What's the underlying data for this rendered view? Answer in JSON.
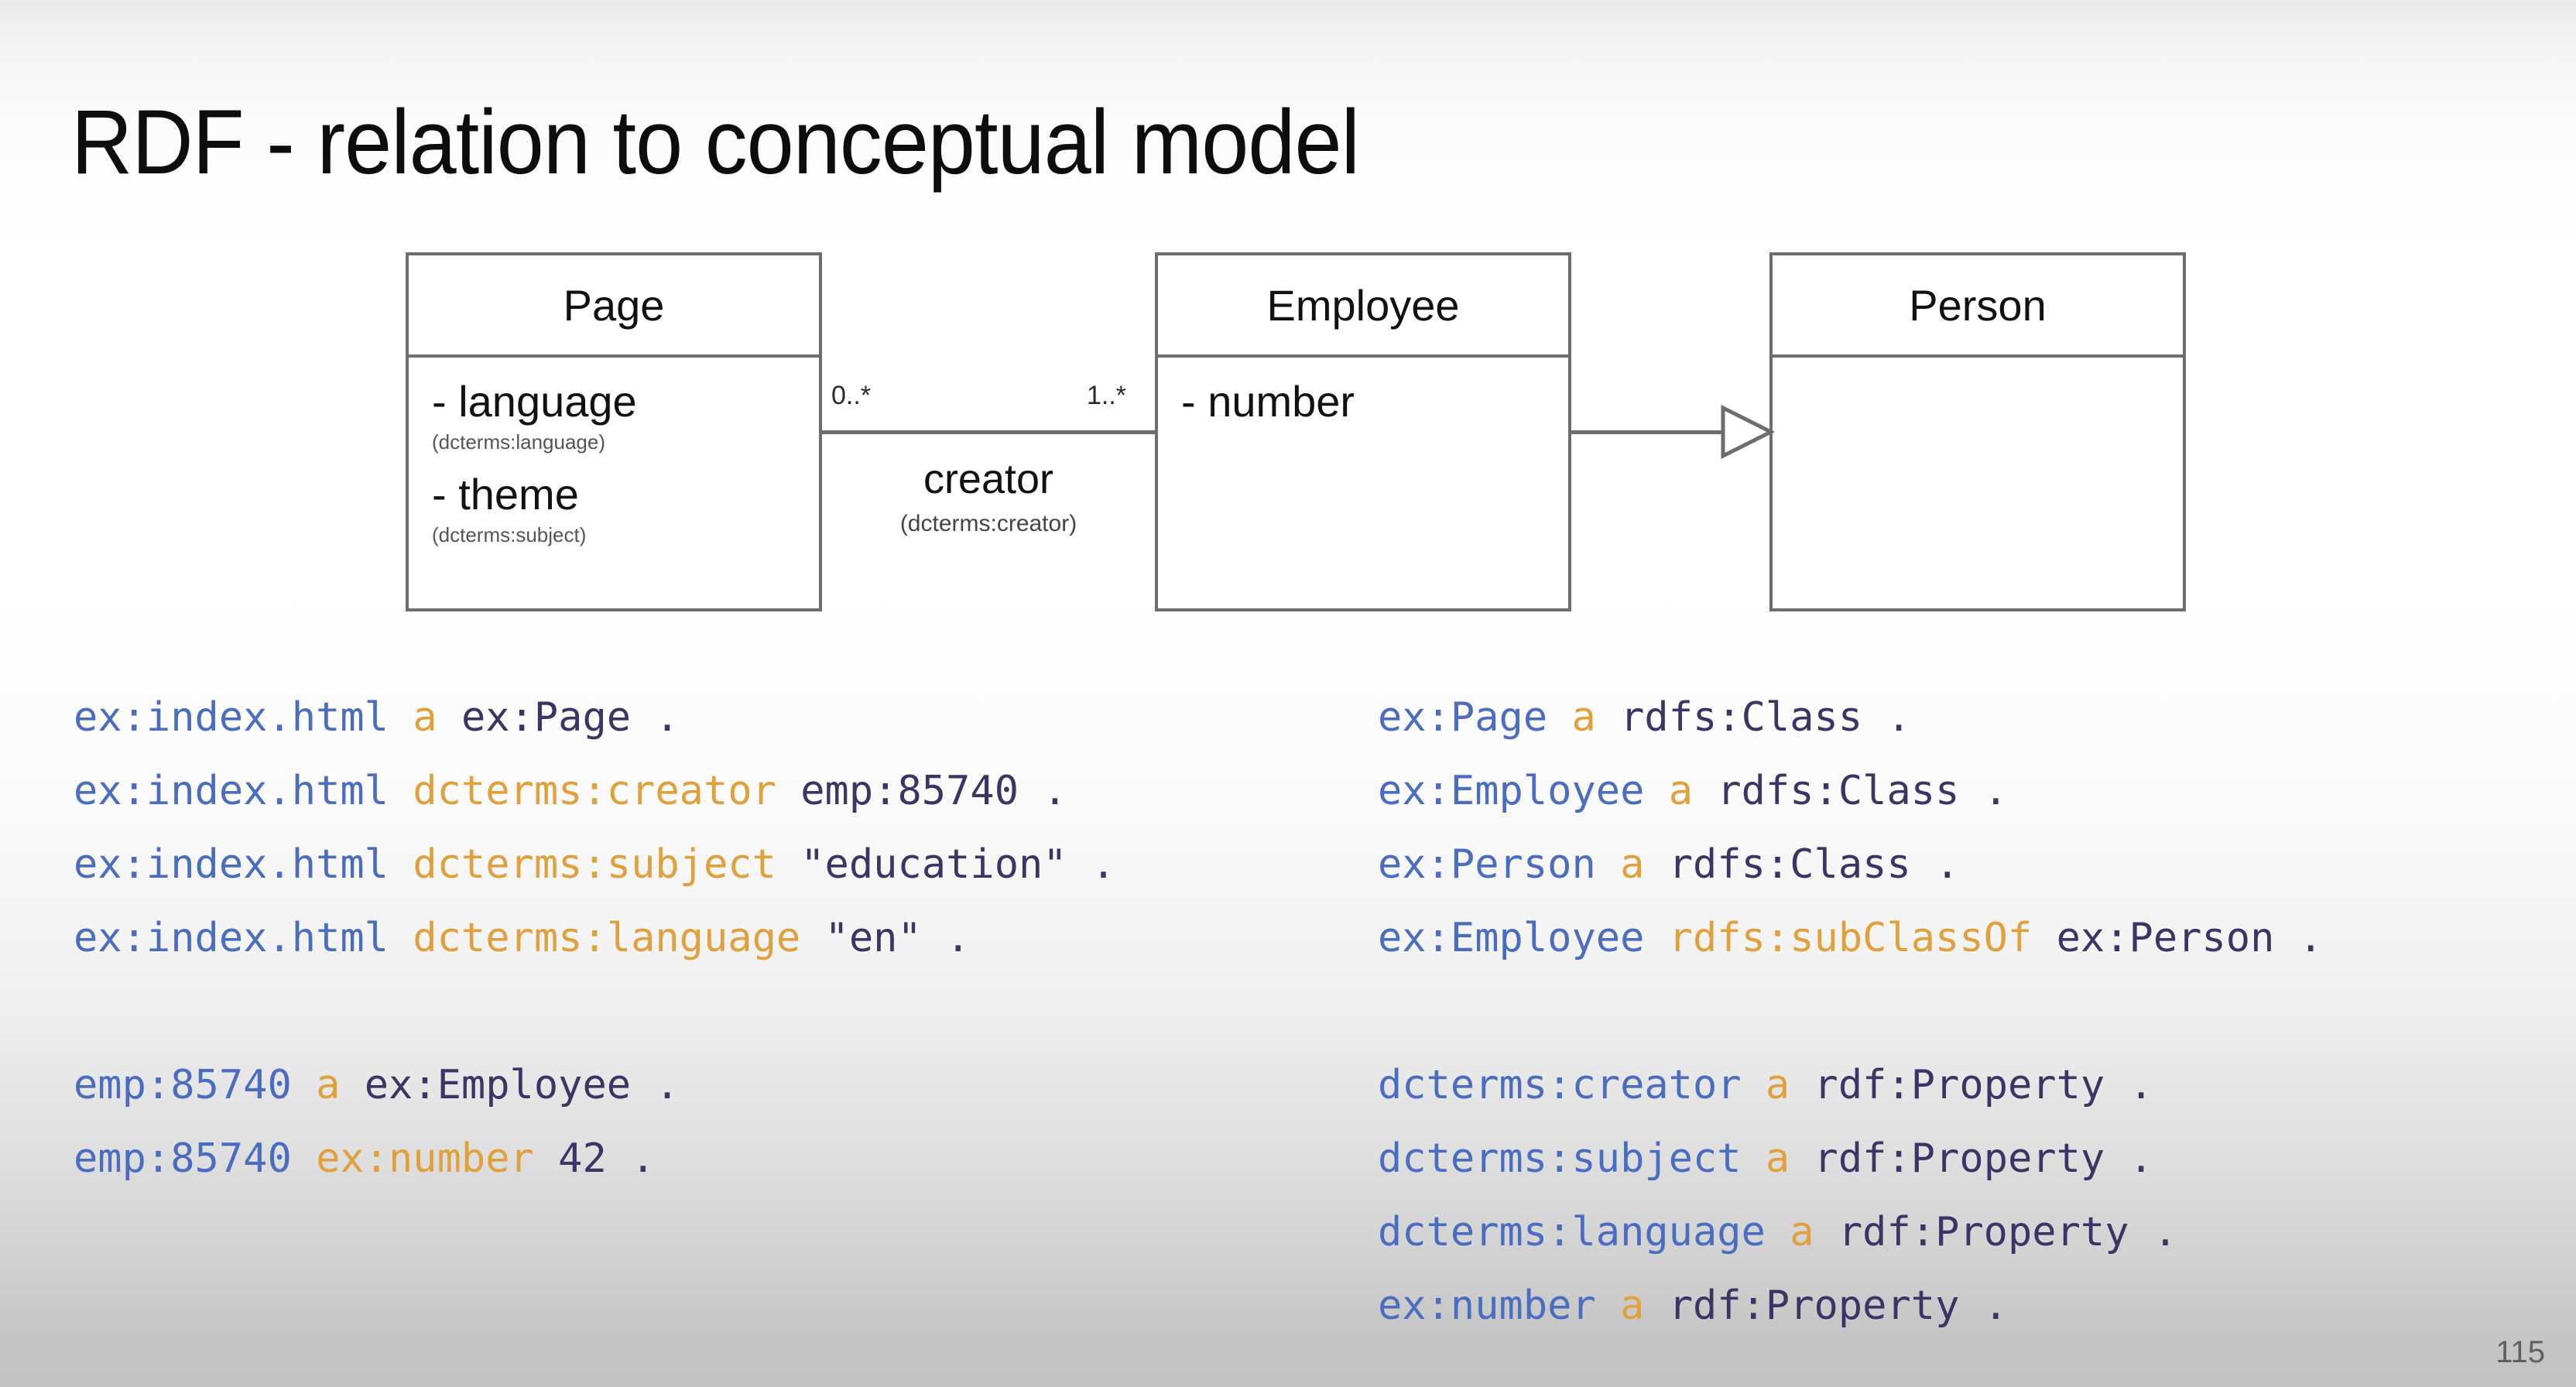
{
  "slide": {
    "title": "RDF - relation to conceptual model",
    "page_number": "115"
  },
  "colors": {
    "subject": "#4a6dc0",
    "predicate": "#e0a03c",
    "object": "#3a3564",
    "box_border": "#6d6d6d",
    "title_text": "#0d0d0d"
  },
  "diagram": {
    "type": "uml-class-diagram",
    "classes": [
      {
        "name": "Page",
        "attributes": [
          {
            "label": "- language",
            "mapping": "(dcterms:language)"
          },
          {
            "label": "- theme",
            "mapping": "(dcterms:subject)"
          }
        ]
      },
      {
        "name": "Employee",
        "attributes": [
          {
            "label": "- number",
            "mapping": ""
          }
        ]
      },
      {
        "name": "Person",
        "attributes": []
      }
    ],
    "association": {
      "from": "Page",
      "to": "Employee",
      "label": "creator",
      "mapping": "(dcterms:creator)",
      "multiplicity_left": "0..*",
      "multiplicity_right": "1..*"
    },
    "generalization": {
      "from": "Employee",
      "to": "Person",
      "arrow": "hollow-triangle"
    }
  },
  "code": {
    "left_column": [
      [
        {
          "t": "ex:index.html",
          "c": "subject"
        },
        {
          "t": " ",
          "c": "plain"
        },
        {
          "t": "a",
          "c": "predicate"
        },
        {
          "t": " ",
          "c": "plain"
        },
        {
          "t": "ex:Page",
          "c": "object"
        },
        {
          "t": " .",
          "c": "dot"
        }
      ],
      [
        {
          "t": "ex:index.html",
          "c": "subject"
        },
        {
          "t": " ",
          "c": "plain"
        },
        {
          "t": "dcterms:creator",
          "c": "predicate"
        },
        {
          "t": " ",
          "c": "plain"
        },
        {
          "t": "emp:85740",
          "c": "object"
        },
        {
          "t": " .",
          "c": "dot"
        }
      ],
      [
        {
          "t": "ex:index.html",
          "c": "subject"
        },
        {
          "t": " ",
          "c": "plain"
        },
        {
          "t": "dcterms:subject",
          "c": "predicate"
        },
        {
          "t": " ",
          "c": "plain"
        },
        {
          "t": "\"education\"",
          "c": "literal"
        },
        {
          "t": " .",
          "c": "dot"
        }
      ],
      [
        {
          "t": "ex:index.html",
          "c": "subject"
        },
        {
          "t": " ",
          "c": "plain"
        },
        {
          "t": "dcterms:language",
          "c": "predicate"
        },
        {
          "t": " ",
          "c": "plain"
        },
        {
          "t": "\"en\"",
          "c": "literal"
        },
        {
          "t": " .",
          "c": "dot"
        }
      ],
      [],
      [
        {
          "t": "emp:85740",
          "c": "subject"
        },
        {
          "t": " ",
          "c": "plain"
        },
        {
          "t": "a",
          "c": "predicate"
        },
        {
          "t": " ",
          "c": "plain"
        },
        {
          "t": "ex:Employee",
          "c": "object"
        },
        {
          "t": " .",
          "c": "dot"
        }
      ],
      [
        {
          "t": "emp:85740",
          "c": "subject"
        },
        {
          "t": " ",
          "c": "plain"
        },
        {
          "t": "ex:number",
          "c": "predicate"
        },
        {
          "t": " ",
          "c": "plain"
        },
        {
          "t": "42",
          "c": "literal"
        },
        {
          "t": " .",
          "c": "dot"
        }
      ]
    ],
    "right_column": [
      [
        {
          "t": "ex:Page",
          "c": "subject"
        },
        {
          "t": " ",
          "c": "plain"
        },
        {
          "t": "a",
          "c": "predicate"
        },
        {
          "t": " ",
          "c": "plain"
        },
        {
          "t": "rdfs:Class",
          "c": "object"
        },
        {
          "t": " .",
          "c": "dot"
        }
      ],
      [
        {
          "t": "ex:Employee",
          "c": "subject"
        },
        {
          "t": " ",
          "c": "plain"
        },
        {
          "t": "a",
          "c": "predicate"
        },
        {
          "t": " ",
          "c": "plain"
        },
        {
          "t": "rdfs:Class",
          "c": "object"
        },
        {
          "t": " .",
          "c": "dot"
        }
      ],
      [
        {
          "t": "ex:Person",
          "c": "subject"
        },
        {
          "t": " ",
          "c": "plain"
        },
        {
          "t": "a",
          "c": "predicate"
        },
        {
          "t": " ",
          "c": "plain"
        },
        {
          "t": "rdfs:Class",
          "c": "object"
        },
        {
          "t": " .",
          "c": "dot"
        }
      ],
      [
        {
          "t": "ex:Employee",
          "c": "subject"
        },
        {
          "t": " ",
          "c": "plain"
        },
        {
          "t": "rdfs:subClassOf",
          "c": "predicate"
        },
        {
          "t": " ",
          "c": "plain"
        },
        {
          "t": "ex:Person",
          "c": "object"
        },
        {
          "t": " .",
          "c": "dot"
        }
      ],
      [],
      [
        {
          "t": "dcterms:creator",
          "c": "subject"
        },
        {
          "t": " ",
          "c": "plain"
        },
        {
          "t": "a",
          "c": "predicate"
        },
        {
          "t": " ",
          "c": "plain"
        },
        {
          "t": "rdf:Property",
          "c": "object"
        },
        {
          "t": " .",
          "c": "dot"
        }
      ],
      [
        {
          "t": "dcterms:subject",
          "c": "subject"
        },
        {
          "t": " ",
          "c": "plain"
        },
        {
          "t": "a",
          "c": "predicate"
        },
        {
          "t": " ",
          "c": "plain"
        },
        {
          "t": "rdf:Property",
          "c": "object"
        },
        {
          "t": " .",
          "c": "dot"
        }
      ],
      [
        {
          "t": "dcterms:language",
          "c": "subject"
        },
        {
          "t": " ",
          "c": "plain"
        },
        {
          "t": "a",
          "c": "predicate"
        },
        {
          "t": " ",
          "c": "plain"
        },
        {
          "t": "rdf:Property",
          "c": "object"
        },
        {
          "t": " .",
          "c": "dot"
        }
      ],
      [
        {
          "t": "ex:number",
          "c": "subject"
        },
        {
          "t": " ",
          "c": "plain"
        },
        {
          "t": "a",
          "c": "predicate"
        },
        {
          "t": " ",
          "c": "plain"
        },
        {
          "t": "rdf:Property",
          "c": "object"
        },
        {
          "t": " .",
          "c": "dot"
        }
      ]
    ]
  }
}
